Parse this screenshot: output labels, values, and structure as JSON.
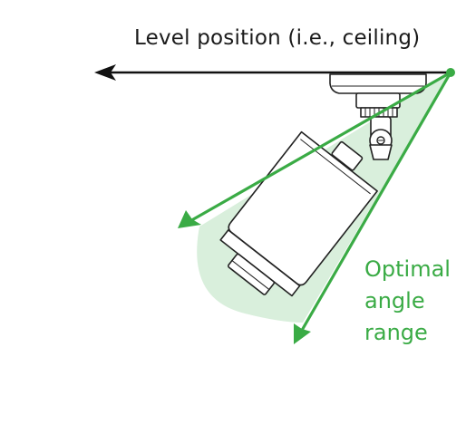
{
  "level_label": "Level position (i.e., ceiling)",
  "range_label": {
    "lines": [
      "Optimal",
      "angle",
      "range"
    ]
  },
  "colors": {
    "accent": "#3aab45",
    "range_fill": "#d9efdc",
    "ink": "#1a1a1a"
  }
}
